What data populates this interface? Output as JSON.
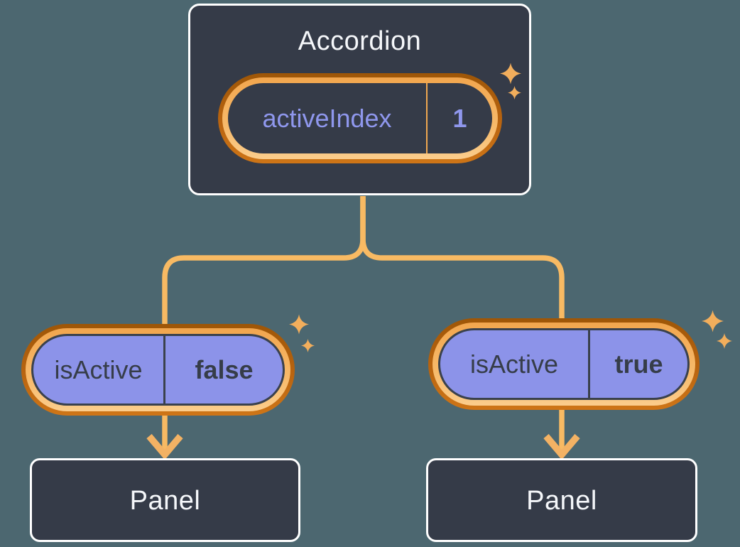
{
  "colors": {
    "background": "#4C6770",
    "node_fill": "#353B48",
    "node_border": "#FFFFFF",
    "highlight_ring_outer": "#B96410",
    "highlight_ring_inner": "#F7BA6B",
    "connector_line": "#F8BA63",
    "sparkle": "#F2AE5C",
    "state_pill_text": "#8F97ED",
    "prop_pill_fill": "#8C93E9",
    "prop_pill_text": "#363D49"
  },
  "accordion": {
    "title": "Accordion",
    "state_pill": {
      "label": "activeIndex",
      "value": "1"
    }
  },
  "children": [
    {
      "prop_pill": {
        "label": "isActive",
        "value": "false"
      },
      "panel": {
        "title": "Panel"
      }
    },
    {
      "prop_pill": {
        "label": "isActive",
        "value": "true"
      },
      "panel": {
        "title": "Panel"
      }
    }
  ],
  "icons": {
    "sparkle": "sparkle-icon"
  }
}
